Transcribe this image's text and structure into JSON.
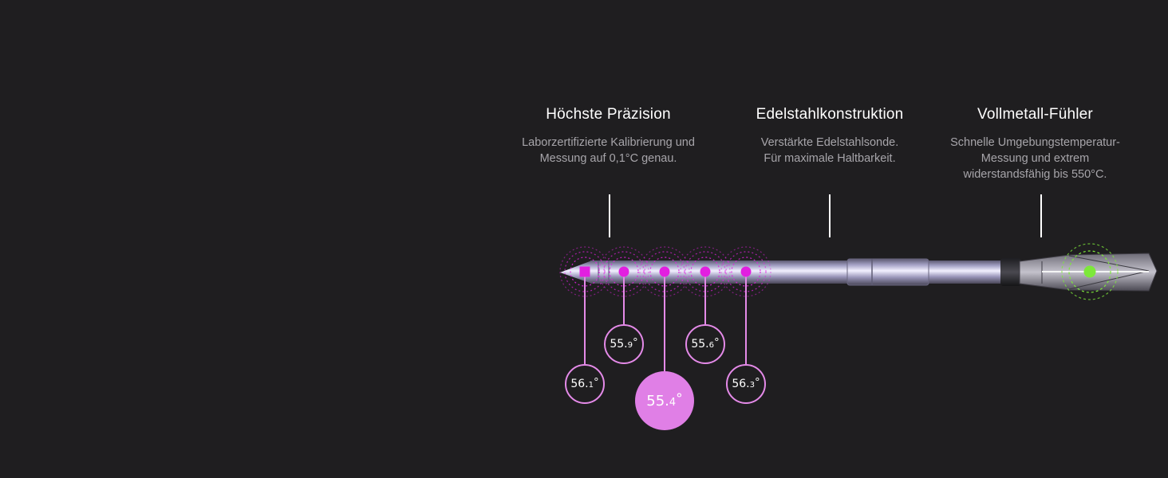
{
  "features": [
    {
      "title": "Höchste Präzision",
      "lines": [
        "Laborzertifizierte Kalibrierung und",
        "Messung auf 0,1°C genau."
      ]
    },
    {
      "title": "Edelstahlkonstruktion",
      "lines": [
        "Verstärkte Edelstahlsonde.",
        "Für maximale Haltbarkeit."
      ]
    },
    {
      "title": "Vollmetall-Fühler",
      "lines": [
        "Schnelle Umgebungstemperatur-",
        "Messung und extrem",
        "widerstandsfähig bis 550°C."
      ]
    }
  ],
  "readings": [
    {
      "int": "56.",
      "dec": "1",
      "unit": "°"
    },
    {
      "int": "55.",
      "dec": "9",
      "unit": "°"
    },
    {
      "int": "55.",
      "dec": "4",
      "unit": "°"
    },
    {
      "int": "55.",
      "dec": "6",
      "unit": "°"
    },
    {
      "int": "56.",
      "dec": "3",
      "unit": "°"
    }
  ],
  "colors": {
    "background": "#1f1e20",
    "sensor": "#e21fe0",
    "reading_ring": "#e48ae8",
    "reading_highlight": "#e07fe6",
    "ambient_sensor": "#7de83a"
  }
}
